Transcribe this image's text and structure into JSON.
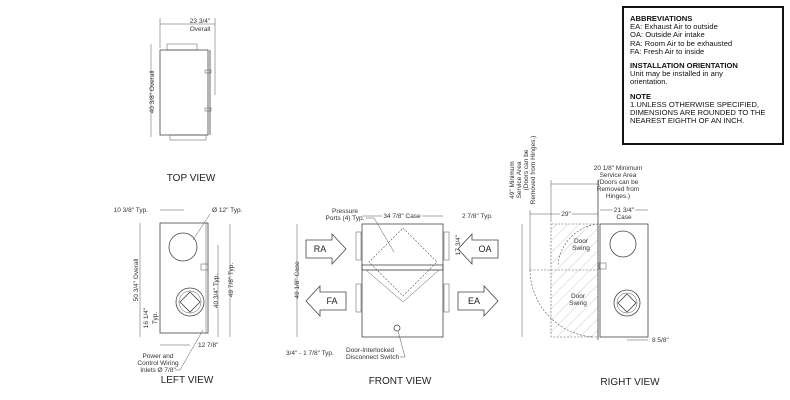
{
  "notes": {
    "abbrev_title": "ABBREVIATIONS",
    "abbrev": [
      "EA: Exhaust Air to outside",
      "OA: Outside Air intake",
      "RA: Room Air to be exhausted",
      "FA: Fresh Air to inside"
    ],
    "install_title": "INSTALLATION ORIENTATION",
    "install_lines": [
      "Unit may be installed in any",
      "orientation."
    ],
    "note_title": "NOTE",
    "note_lines": [
      "1.UNLESS OTHERWISE SPECIFIED,",
      "DIMENSIONS ARE ROUNDED TO THE",
      "NEAREST EIGHTH OF AN INCH."
    ]
  },
  "top_view": {
    "title": "TOP VIEW",
    "width_dim": "23 3/4\"",
    "width_sub": "Overall",
    "depth_dim": "40 3/8\" Overall"
  },
  "left_view": {
    "title": "LEFT VIEW",
    "d1": "10 3/8\" Typ.",
    "d2": "Ø 12\" Typ.",
    "d3": "50 3/4\" Overall",
    "d4": "40 3/4\" Typ.",
    "d5": "49 7/8\" Typ.",
    "d6": "16 1/4\"",
    "d6b": "Typ.",
    "d7": "12 7/8\"",
    "wiring": [
      "Power and",
      "Control Wiring",
      "Inlets Ø 7/8\""
    ]
  },
  "front_view": {
    "title": "FRONT VIEW",
    "case_w": "34 7/8\" Case",
    "typ": "2 7/8\" Typ.",
    "pressure": [
      "Pressure",
      "Ports (4) Typ."
    ],
    "case_h": "49 1/8\" Case",
    "mid": "17 3/4\"",
    "foot": "3/4\" - 1 7/8\" Typ.",
    "switch": [
      "Door-Interlocked",
      "Disconnect Switch"
    ],
    "arrows": {
      "ra": "RA",
      "oa": "OA",
      "fa": "FA",
      "ea": "EA"
    }
  },
  "right_view": {
    "title": "RIGHT VIEW",
    "service_v": [
      "49\" Minimum",
      "Service Area",
      "(Doors can be",
      "Removed from Hinges.)"
    ],
    "service_h": [
      "20 1/8\" Minimum",
      "Service Area",
      "(Doors can be",
      "Removed from",
      "Hinges.)"
    ],
    "d29": "29\"",
    "case": "21 3/4\"",
    "case_sub": "Case",
    "door1": [
      "Door",
      "Swing"
    ],
    "door2": [
      "Door",
      "Swing"
    ],
    "d858": "8 5/8\""
  }
}
